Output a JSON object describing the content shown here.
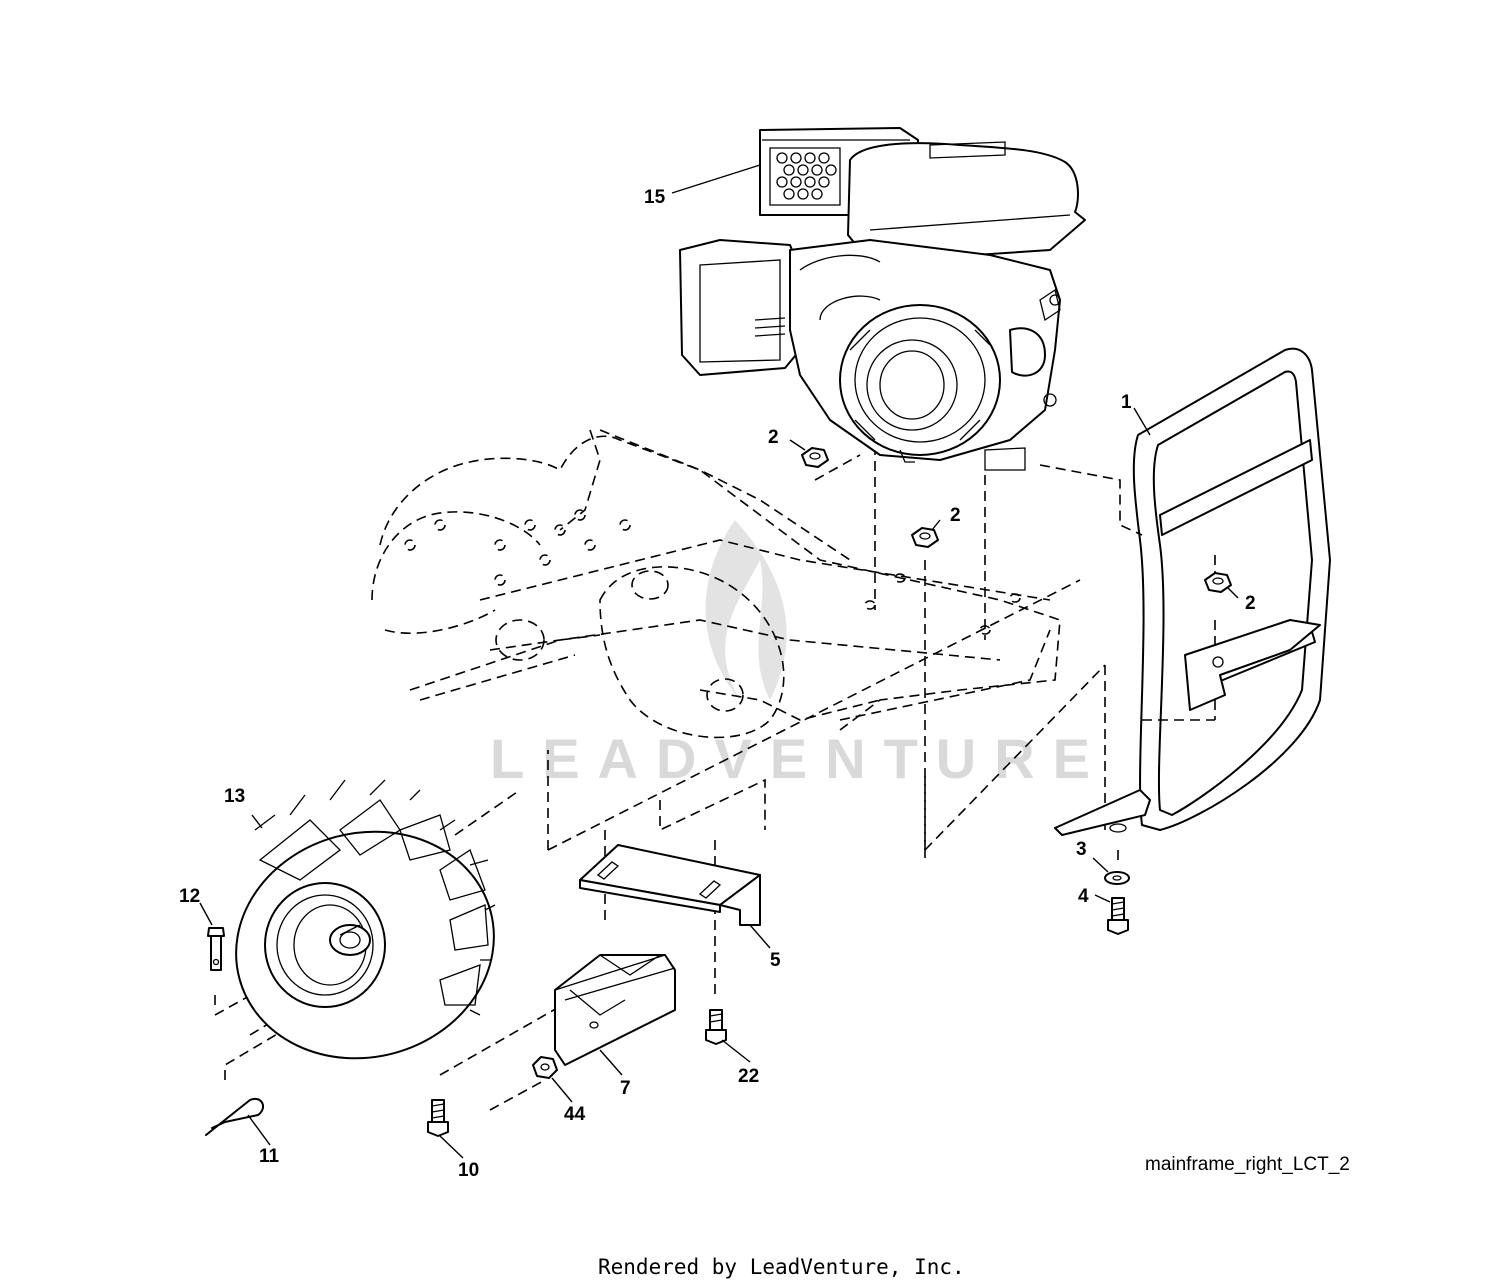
{
  "diagram": {
    "caption": "mainframe_right_LCT_2",
    "footer": "Rendered by LeadVenture, Inc.",
    "watermark": "LEADVENTURE",
    "callouts": {
      "engine": "15",
      "bumper": "1",
      "nut_engine_left": "2",
      "nut_engine_center": "2",
      "nut_bumper": "2",
      "washer": "3",
      "bolt_bumper": "4",
      "bracket": "5",
      "weight": "7",
      "bolt_bracket": "22",
      "nut_weight": "44",
      "wheel": "13",
      "pin": "12",
      "hairpin_clip": "11",
      "bolt_wheel": "10"
    }
  }
}
